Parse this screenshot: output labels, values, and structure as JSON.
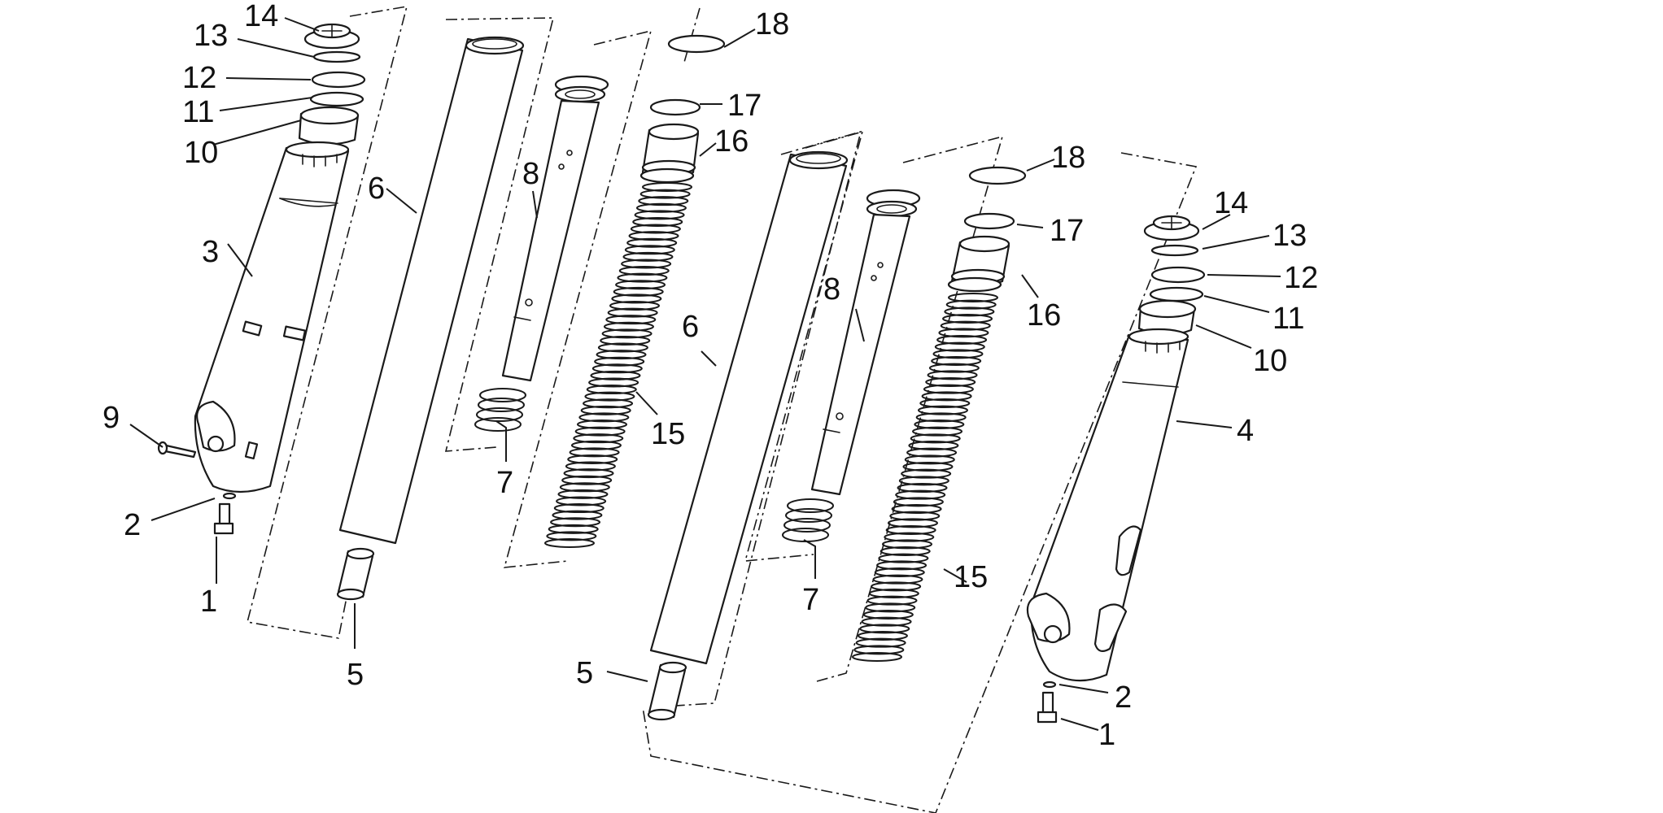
{
  "callouts": {
    "left": {
      "n1": "1",
      "n2": "2",
      "n3": "3",
      "n5": "5",
      "n6": "6",
      "n7": "7",
      "n8": "8",
      "n9": "9",
      "n10": "10",
      "n11": "11",
      "n12": "12",
      "n13": "13",
      "n14": "14",
      "n15": "15",
      "n16": "16",
      "n17": "17",
      "n18": "18"
    },
    "right": {
      "n1": "1",
      "n2": "2",
      "n4": "4",
      "n5": "5",
      "n6": "6",
      "n7": "7",
      "n8": "8",
      "n10": "10",
      "n11": "11",
      "n12": "12",
      "n13": "13",
      "n14": "14",
      "n15": "15",
      "n16": "16",
      "n17": "17",
      "n18": "18"
    }
  }
}
